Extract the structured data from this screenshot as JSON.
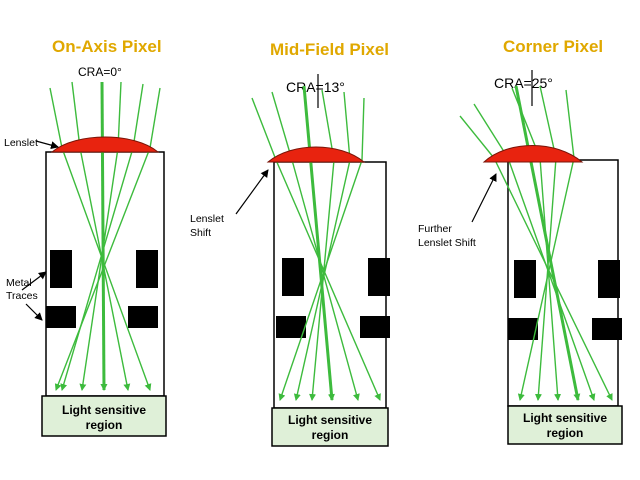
{
  "titles": {
    "on_axis": "On-Axis Pixel",
    "mid_field": "Mid-Field Pixel",
    "corner": "Corner Pixel"
  },
  "cra": {
    "on_axis": "CRA=0°",
    "mid_field": "CRA=13°",
    "corner": "CRA=25°"
  },
  "labels": {
    "lenslet": "Lenslet",
    "metal_traces_line1": "Metal",
    "metal_traces_line2": "Traces",
    "lenslet_shift_line1": "Lenslet",
    "lenslet_shift_line2": "Shift",
    "further_shift_line1": "Further",
    "further_shift_line2": "Lenslet Shift"
  },
  "region": {
    "line1": "Light sensitive",
    "line2": "region"
  },
  "colors": {
    "title": "#e0a800",
    "lens": "#e8230f",
    "ray": "#3dbb3d",
    "region_fill": "#dff0d8",
    "metal": "#000000"
  }
}
